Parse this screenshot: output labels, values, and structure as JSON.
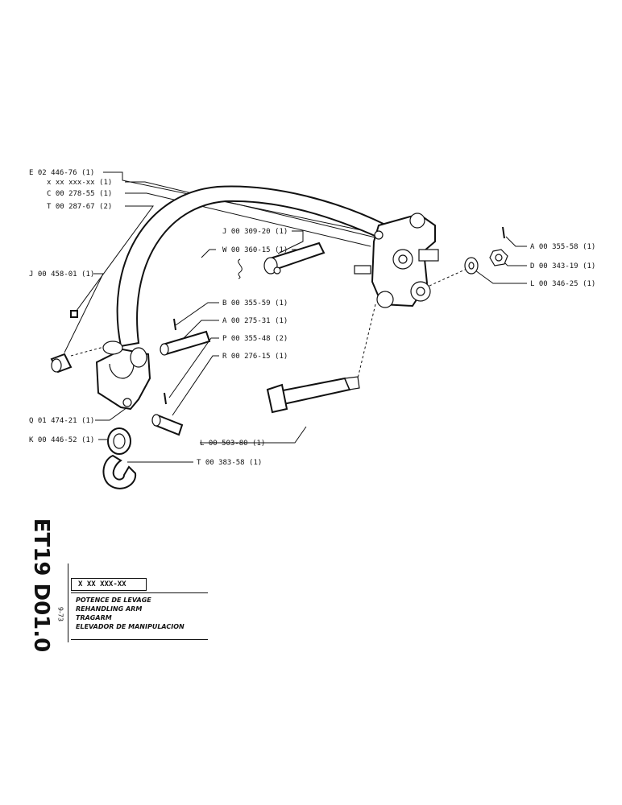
{
  "parts": [
    {
      "id": "e02446",
      "label": "E 02 446-76 (1)"
    },
    {
      "id": "xref",
      "label": "x xx xxx-xx (1)"
    },
    {
      "id": "c00278",
      "label": "C 00 278-55 (1)"
    },
    {
      "id": "t00287",
      "label": "T 00 287-67 (2)"
    },
    {
      "id": "j00309",
      "label": "J 00 309-20 (1)"
    },
    {
      "id": "w00360",
      "label": "W 00 360-15 (1)"
    },
    {
      "id": "j00458",
      "label": "J 00 458-01 (1)"
    },
    {
      "id": "a00355",
      "label": "A 00 355-58 (1)"
    },
    {
      "id": "d00343",
      "label": "D 00 343-19 (1)"
    },
    {
      "id": "l00346",
      "label": "L 00 346-25 (1)"
    },
    {
      "id": "b00355",
      "label": "B 00 355-59 (1)"
    },
    {
      "id": "a00275",
      "label": "A 00 275-31 (1)"
    },
    {
      "id": "p00355",
      "label": "P 00 355-48 (2)"
    },
    {
      "id": "r00276",
      "label": "R 00 276-15 (1)"
    },
    {
      "id": "q01474",
      "label": "Q 01 474-21 (1)"
    },
    {
      "id": "k00446",
      "label": "K 00 446-52 (1)"
    },
    {
      "id": "l00503",
      "label": "L 00 503-80 (1)"
    },
    {
      "id": "t00383",
      "label": "T 00 383-58 (1)"
    }
  ],
  "title_block": {
    "drawing_code": "ET19 D01.0",
    "date": "9-73",
    "reference": "X XX XXX-XX",
    "names": [
      "POTENCE DE LEVAGE",
      "REHANDLING ARM",
      "TRAGARM",
      "ELEVADOR DE MANIPULACION"
    ]
  }
}
